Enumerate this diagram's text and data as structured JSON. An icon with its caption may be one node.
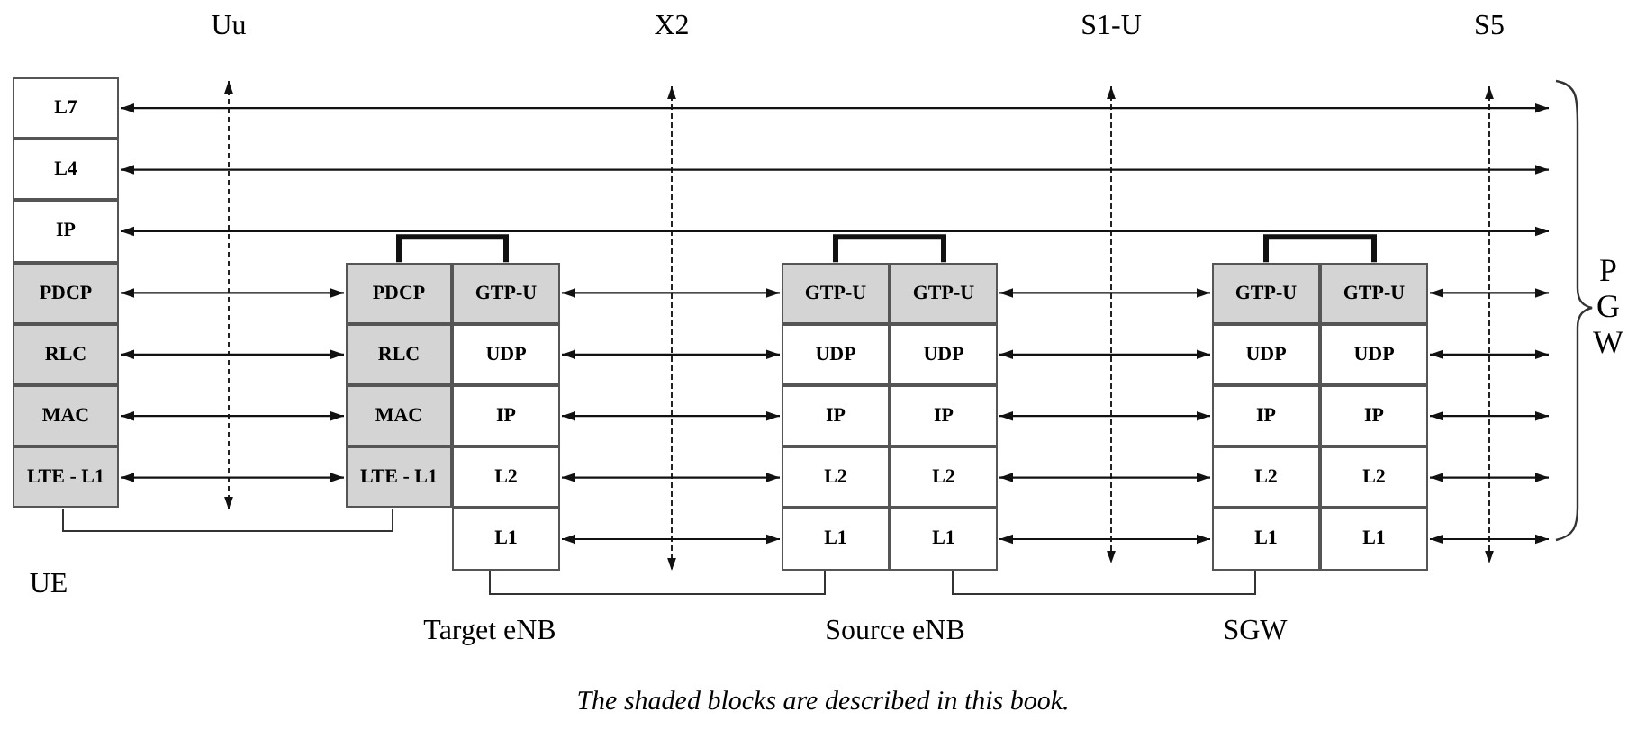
{
  "diagram": {
    "caption": "The shaded blocks are described in this book.",
    "nodes": [
      {
        "text": [
          "L7"
        ]
      },
      {
        "text": [
          "L4"
        ]
      },
      {
        "text": [
          "IP"
        ]
      },
      {
        "text": [
          "PDCP"
        ]
      },
      {
        "text": [
          "RLC"
        ]
      },
      {
        "text": [
          "MAC"
        ]
      },
      {
        "text": [
          "LTE - L1"
        ]
      },
      {
        "text": [
          "PDCP"
        ]
      },
      {
        "text": [
          "RLC"
        ]
      },
      {
        "text": [
          "MAC"
        ]
      },
      {
        "text": [
          "LTE - L1"
        ]
      },
      {
        "text": [
          "GTP-U"
        ]
      },
      {
        "text": [
          "UDP"
        ]
      },
      {
        "text": [
          "IP"
        ]
      },
      {
        "text": [
          "L2"
        ]
      },
      {
        "text": [
          "L1"
        ]
      },
      {
        "text": [
          "GTP-U"
        ]
      },
      {
        "text": [
          "UDP"
        ]
      },
      {
        "text": [
          "IP"
        ]
      },
      {
        "text": [
          "L2"
        ]
      },
      {
        "text": [
          "L1"
        ]
      },
      {
        "text": [
          "GTP-U"
        ]
      },
      {
        "text": [
          "UDP"
        ]
      },
      {
        "text": [
          "IP"
        ]
      },
      {
        "text": [
          "L2"
        ]
      },
      {
        "text": [
          "L1"
        ]
      },
      {
        "text": [
          "GTP-U"
        ]
      },
      {
        "text": [
          "UDP"
        ]
      },
      {
        "text": [
          "IP"
        ]
      },
      {
        "text": [
          "L2"
        ]
      },
      {
        "text": [
          "L1"
        ]
      },
      {
        "text": [
          "GTP-U"
        ]
      },
      {
        "text": [
          "UDP"
        ]
      },
      {
        "text": [
          "IP"
        ]
      },
      {
        "text": [
          "L2"
        ]
      },
      {
        "text": [
          "L1"
        ]
      },
      {
        "text": [
          "P G W"
        ]
      }
    ],
    "edges": [
      {
        "from": 0,
        "to": 36,
        "arrow": "both"
      },
      {
        "from": 1,
        "to": 36,
        "arrow": "both"
      },
      {
        "from": 2,
        "to": 36,
        "arrow": "both"
      },
      {
        "from": 3,
        "to": 7,
        "arrow": "both"
      },
      {
        "from": 4,
        "to": 8,
        "arrow": "both"
      },
      {
        "from": 5,
        "to": 9,
        "arrow": "both"
      },
      {
        "from": 6,
        "to": 10,
        "arrow": "both"
      },
      {
        "from": 11,
        "to": 16,
        "arrow": "both"
      },
      {
        "from": 12,
        "to": 17,
        "arrow": "both"
      },
      {
        "from": 13,
        "to": 18,
        "arrow": "both"
      },
      {
        "from": 14,
        "to": 19,
        "arrow": "both"
      },
      {
        "from": 15,
        "to": 20,
        "arrow": "both"
      },
      {
        "from": 21,
        "to": 26,
        "arrow": "both"
      },
      {
        "from": 22,
        "to": 27,
        "arrow": "both"
      },
      {
        "from": 23,
        "to": 28,
        "arrow": "both"
      },
      {
        "from": 24,
        "to": 29,
        "arrow": "both"
      },
      {
        "from": 25,
        "to": 30,
        "arrow": "both"
      },
      {
        "from": 31,
        "to": 36,
        "arrow": "both"
      },
      {
        "from": 32,
        "to": 36,
        "arrow": "both"
      },
      {
        "from": 33,
        "to": 36,
        "arrow": "both"
      },
      {
        "from": 34,
        "to": 36,
        "arrow": "both"
      },
      {
        "from": 35,
        "to": 36,
        "arrow": "both"
      },
      {
        "from": 7,
        "to": 11,
        "arrow": "none",
        "style": "thick"
      },
      {
        "from": 16,
        "to": 21,
        "arrow": "none",
        "style": "thick"
      },
      {
        "from": 26,
        "to": 31,
        "arrow": "none",
        "style": "thick"
      }
    ],
    "labels": [
      "Uu",
      "X2",
      "S1-U",
      "S5",
      "UE",
      "Target eNB",
      "Source eNB",
      "SGW"
    ]
  }
}
